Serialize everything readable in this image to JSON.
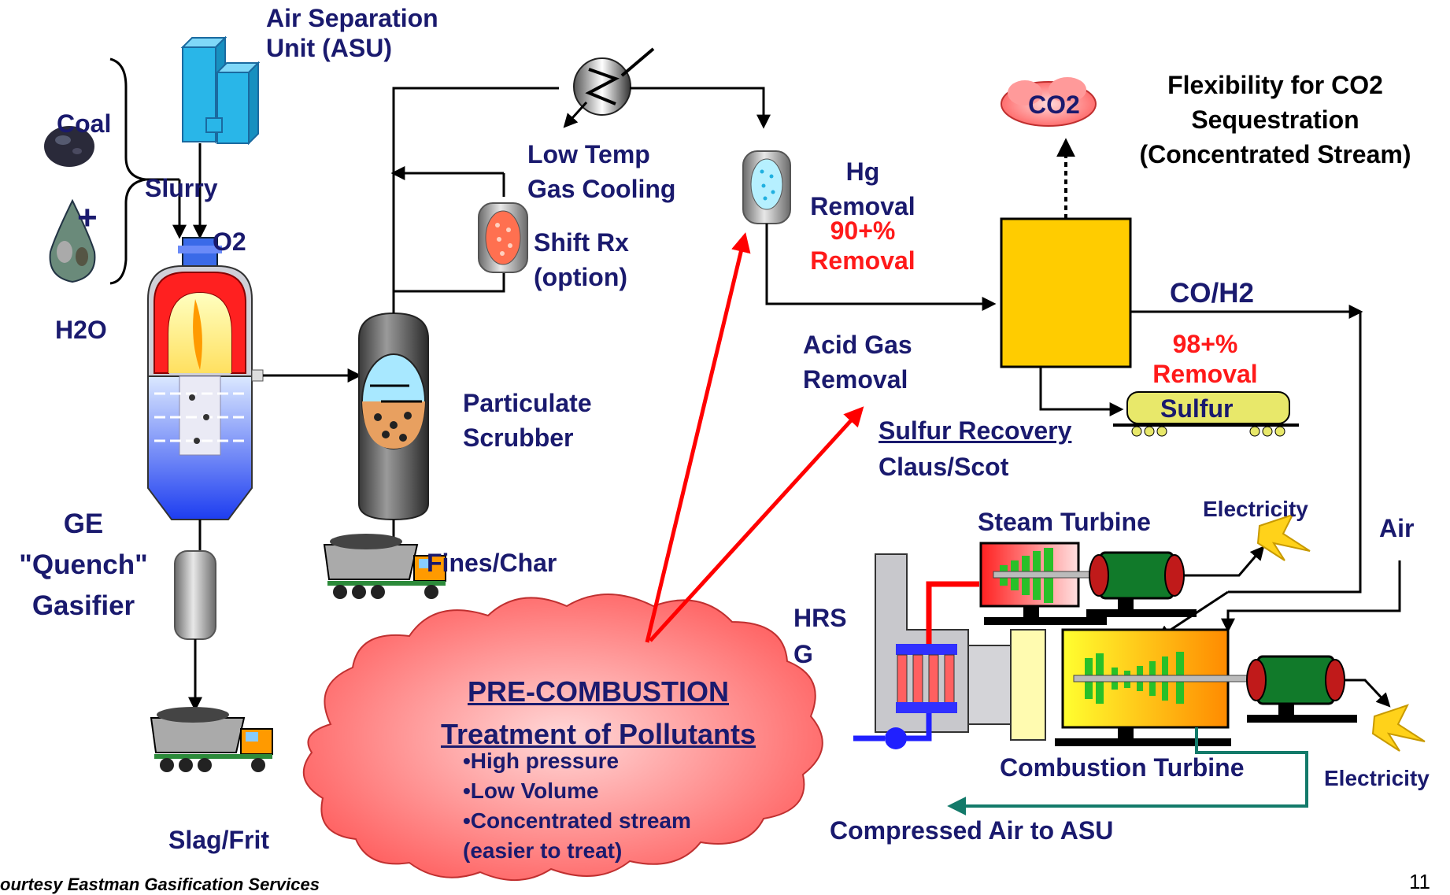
{
  "labels": {
    "asu_line1": "Air Separation",
    "asu_line2": "Unit (ASU)",
    "coal": "Coal",
    "plus": "+",
    "slurry": "Slurry",
    "h2o": "H2O",
    "o2": "O2",
    "gasifier_line1": "GE",
    "gasifier_line2": "\"Quench\"",
    "gasifier_line3": "Gasifier",
    "slag": "Slag/Frit",
    "low_temp_line1": "Low Temp",
    "low_temp_line2": "Gas Cooling",
    "shift_line1": "Shift Rx",
    "shift_line2": "(option)",
    "particulate_line1": "Particulate",
    "particulate_line2": "Scrubber",
    "fines": "Fines/Char",
    "hg_line1": "Hg",
    "hg_line2": "Removal",
    "hg_pct": "90+%",
    "hg_removal": "Removal",
    "acid_line1": "Acid Gas",
    "acid_line2": "Removal",
    "co2": "CO2",
    "flex_line1": "Flexibility for CO2",
    "flex_line2": "Sequestration",
    "flex_line3": "(Concentrated Stream)",
    "coh2": "CO/H2",
    "sulfur_pct": "98+%",
    "sulfur_removal": "Removal",
    "sulfur": "Sulfur",
    "sulfur_recovery": "Sulfur Recovery",
    "claus": "Claus/Scot",
    "steam_turbine": "Steam Turbine",
    "electricity_top": "Electricity",
    "air": "Air",
    "hrsg_line1": "HRS",
    "hrsg_line2": "G",
    "combustion_turbine": "Combustion Turbine",
    "electricity_bottom": "Electricity",
    "compressed_air": "Compressed Air to ASU",
    "precomb_title": "PRE-COMBUSTION",
    "precomb_subtitle": "Treatment of Pollutants",
    "precomb_bullets": [
      "•High pressure",
      "•Low Volume",
      "•Concentrated stream",
      "(easier to treat)"
    ],
    "footer_courtesy": "ourtesy Eastman Gasification Services",
    "page_number": "11"
  },
  "colors": {
    "label_text": "#1a1a6e",
    "highlight_red": "#ff1a1a",
    "asu_blue": "#29b6e8",
    "agr_yellow": "#ffcc00",
    "cloud_pink": "#ff8080",
    "gasifier_red": "#ff2020",
    "motor_green": "#117a2a",
    "compressed_air_teal": "#137a6a"
  },
  "icons": [
    "coal-lump-icon",
    "water-drop-icon",
    "dump-truck-icon",
    "lightning-bolt-icon",
    "heat-exchanger-icon",
    "pump-icon",
    "rail-car-icon",
    "cloud-icon"
  ]
}
